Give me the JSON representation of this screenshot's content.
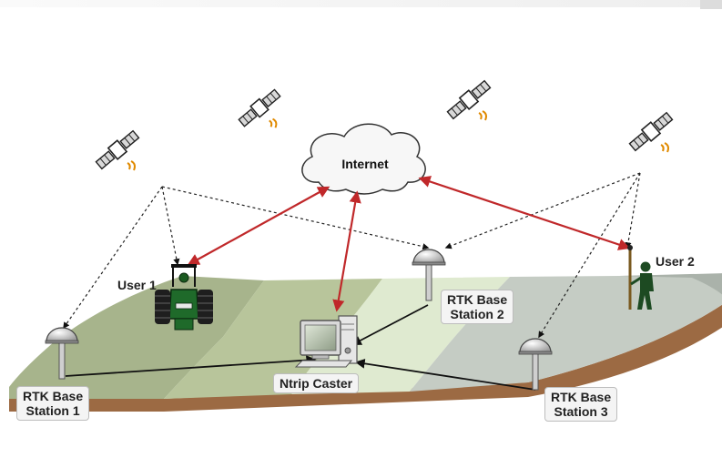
{
  "labels": {
    "internet": "Internet",
    "user1": "User 1",
    "user2": "User 2",
    "ntrip_caster": "Ntrip Caster",
    "base1": [
      "RTK Base",
      "Station 1"
    ],
    "base2": [
      "RTK Base",
      "Station 2"
    ],
    "base3": [
      "RTK Base",
      "Station 3"
    ]
  },
  "colors": {
    "internet_link": "#c0282a",
    "correction_link": "#111111",
    "field_dark": "#a7b48c",
    "field_light": "#dfead0",
    "field_gray": "#bfc6c0",
    "soil": "#9c6a43"
  },
  "icons": [
    "satellite-icon",
    "cloud-icon",
    "tractor-icon",
    "surveyor-icon",
    "gnss-antenna-icon",
    "computer-icon"
  ]
}
